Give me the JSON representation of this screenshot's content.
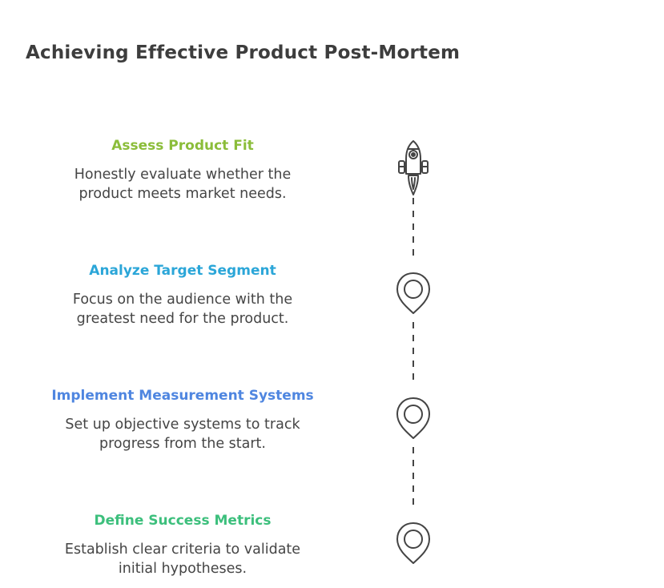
{
  "title": "Achieving Effective Product Post-Mortem",
  "steps": [
    {
      "title": "Assess Product Fit",
      "description": "Honestly evaluate whether the\nproduct meets market needs.",
      "color": "#8bbd3a",
      "icon": "rocket-icon"
    },
    {
      "title": "Analyze Target Segment",
      "description": "Focus on the audience with the\ngreatest need for the product.",
      "color": "#2ba6d8",
      "icon": "map-pin-icon"
    },
    {
      "title": "Implement Measurement Systems",
      "description": "Set up objective systems to track\nprogress from the start.",
      "color": "#4f86e0",
      "icon": "map-pin-icon"
    },
    {
      "title": "Define Success Metrics",
      "description": "Establish clear criteria to validate\ninitial hypotheses.",
      "color": "#3cbf7c",
      "icon": "map-pin-icon"
    }
  ],
  "colors": {
    "text": "#3d3d3d",
    "icon_stroke": "#444444"
  }
}
